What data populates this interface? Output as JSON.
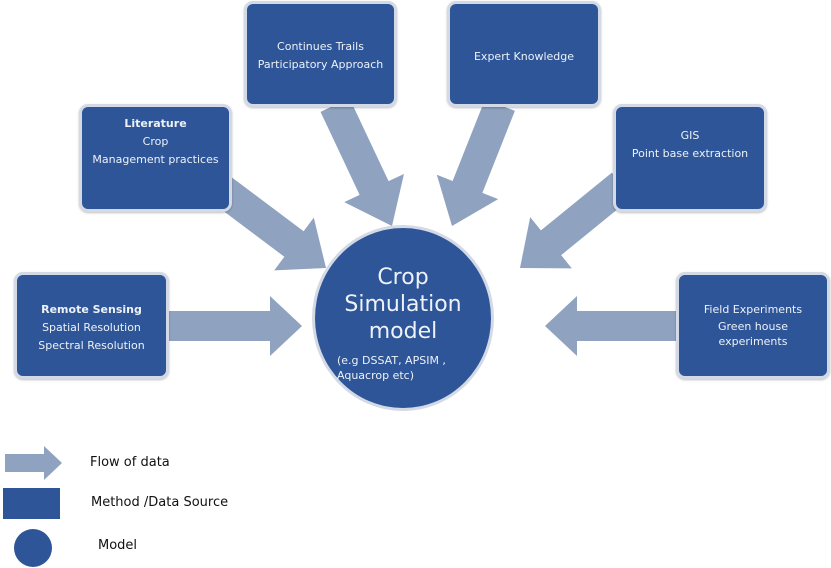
{
  "colors": {
    "box": "#2d5597",
    "arrow": "#8fa2c0",
    "border": "#d3dae6"
  },
  "center": {
    "title_lines": [
      "Crop",
      "Simulation",
      "model"
    ],
    "subtitle_lines": [
      "(e.g DSSAT, APSIM ,",
      "Aquacrop etc)"
    ]
  },
  "sources": {
    "literature": {
      "title": "Literature",
      "lines": [
        "Crop",
        "Management practices"
      ]
    },
    "trails": {
      "lines": [
        "Continues  Trails",
        "Participatory Approach"
      ]
    },
    "expert": {
      "lines": [
        "Expert Knowledge"
      ]
    },
    "gis": {
      "lines": [
        "GIS",
        "Point base  extraction"
      ]
    },
    "remote": {
      "title": "Remote Sensing",
      "lines": [
        "Spatial Resolution",
        "Spectral Resolution"
      ]
    },
    "field": {
      "lines": [
        "Field Experiments",
        "Green house",
        "experiments"
      ]
    }
  },
  "legend": {
    "flow": "Flow of data",
    "method": "Method /Data Source",
    "model": "Model"
  }
}
